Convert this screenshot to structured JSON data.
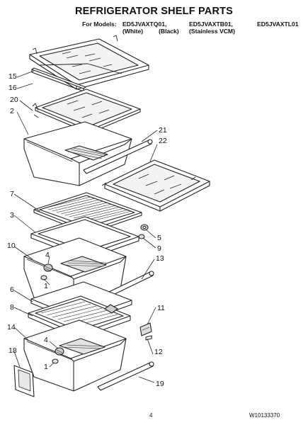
{
  "title": "REFRIGERATOR SHELF PARTS",
  "models": {
    "label": "For Models:",
    "list": [
      "ED5JVAXTQ01,",
      "ED5JVAXTB01,",
      "ED5JVAXTL01"
    ],
    "variants": [
      "(White)",
      "(Black)",
      "(Stainless VCM)"
    ]
  },
  "callouts": {
    "c15": "15",
    "c16": "16",
    "c20": "20",
    "c2": "2",
    "c21": "21",
    "c22": "22",
    "c7": "7",
    "c3": "3",
    "c5": "5",
    "c9": "9",
    "c10": "10",
    "c4a": "4",
    "c13": "13",
    "c1a": "1",
    "c6": "6",
    "c11": "11",
    "c8": "8",
    "c14": "14",
    "c4b": "4",
    "c12": "12",
    "c18": "18",
    "c1b": "1",
    "c19": "19"
  },
  "footer": {
    "page": "4",
    "code": "W10133370"
  }
}
